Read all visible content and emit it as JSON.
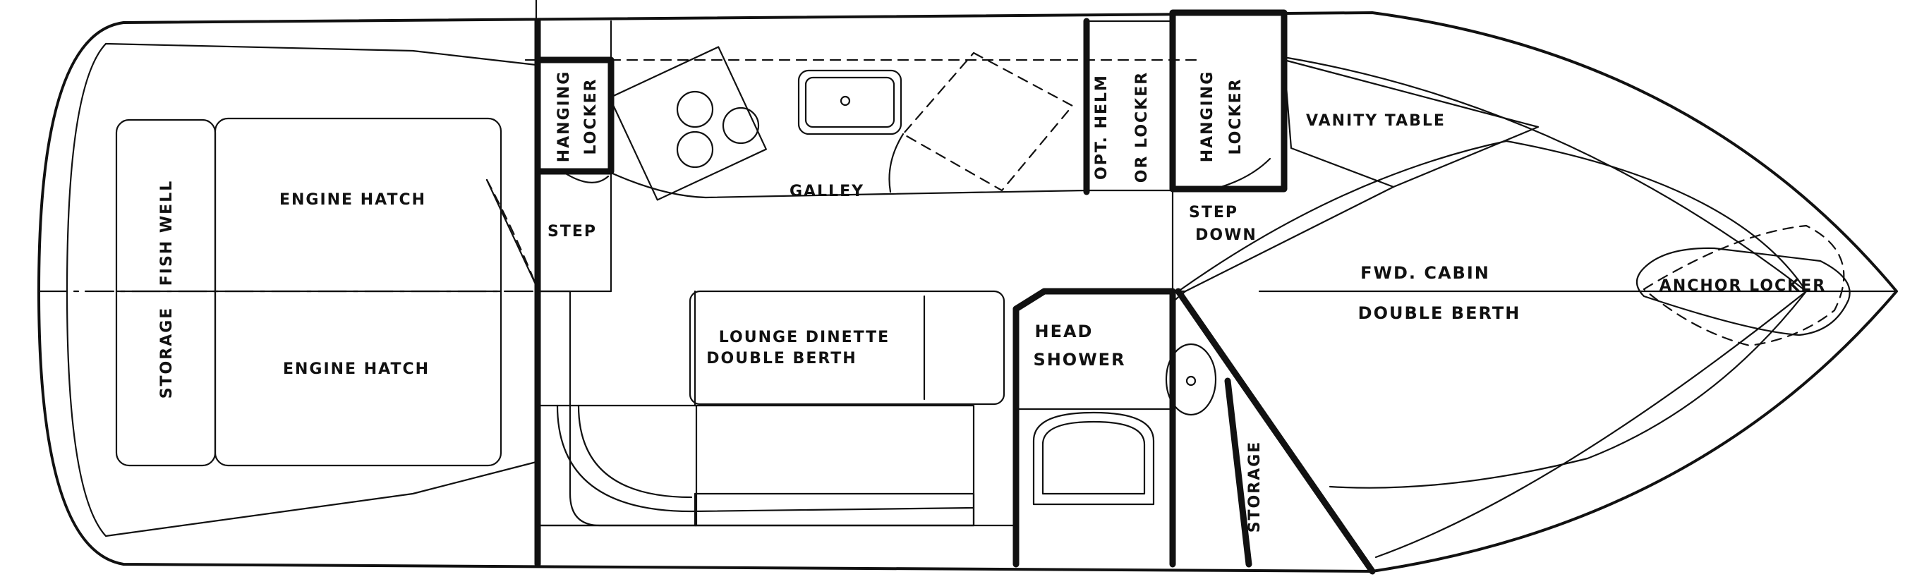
{
  "labels": {
    "fish_well": "FISH WELL",
    "storage_aft": "STORAGE",
    "engine_hatch_top": "ENGINE HATCH",
    "engine_hatch_bottom": "ENGINE HATCH",
    "hanging_locker_aft_1": "HANGING",
    "hanging_locker_aft_2": "LOCKER",
    "step": "STEP",
    "galley": "GALLEY",
    "lounge_1": "LOUNGE DINETTE",
    "lounge_2": "DOUBLE BERTH",
    "opt_helm_1": "OPT. HELM",
    "opt_helm_2": "OR LOCKER",
    "hanging_locker_fwd_1": "HANGING",
    "hanging_locker_fwd_2": "LOCKER",
    "step_down_1": "STEP",
    "step_down_2": "DOWN",
    "head_1": "HEAD",
    "head_2": "SHOWER",
    "storage_fwd": "STORAGE",
    "vanity_table": "VANITY TABLE",
    "fwd_cabin": "FWD. CABIN",
    "double_berth": "DOUBLE BERTH",
    "anchor_locker": "ANCHOR LOCKER"
  }
}
